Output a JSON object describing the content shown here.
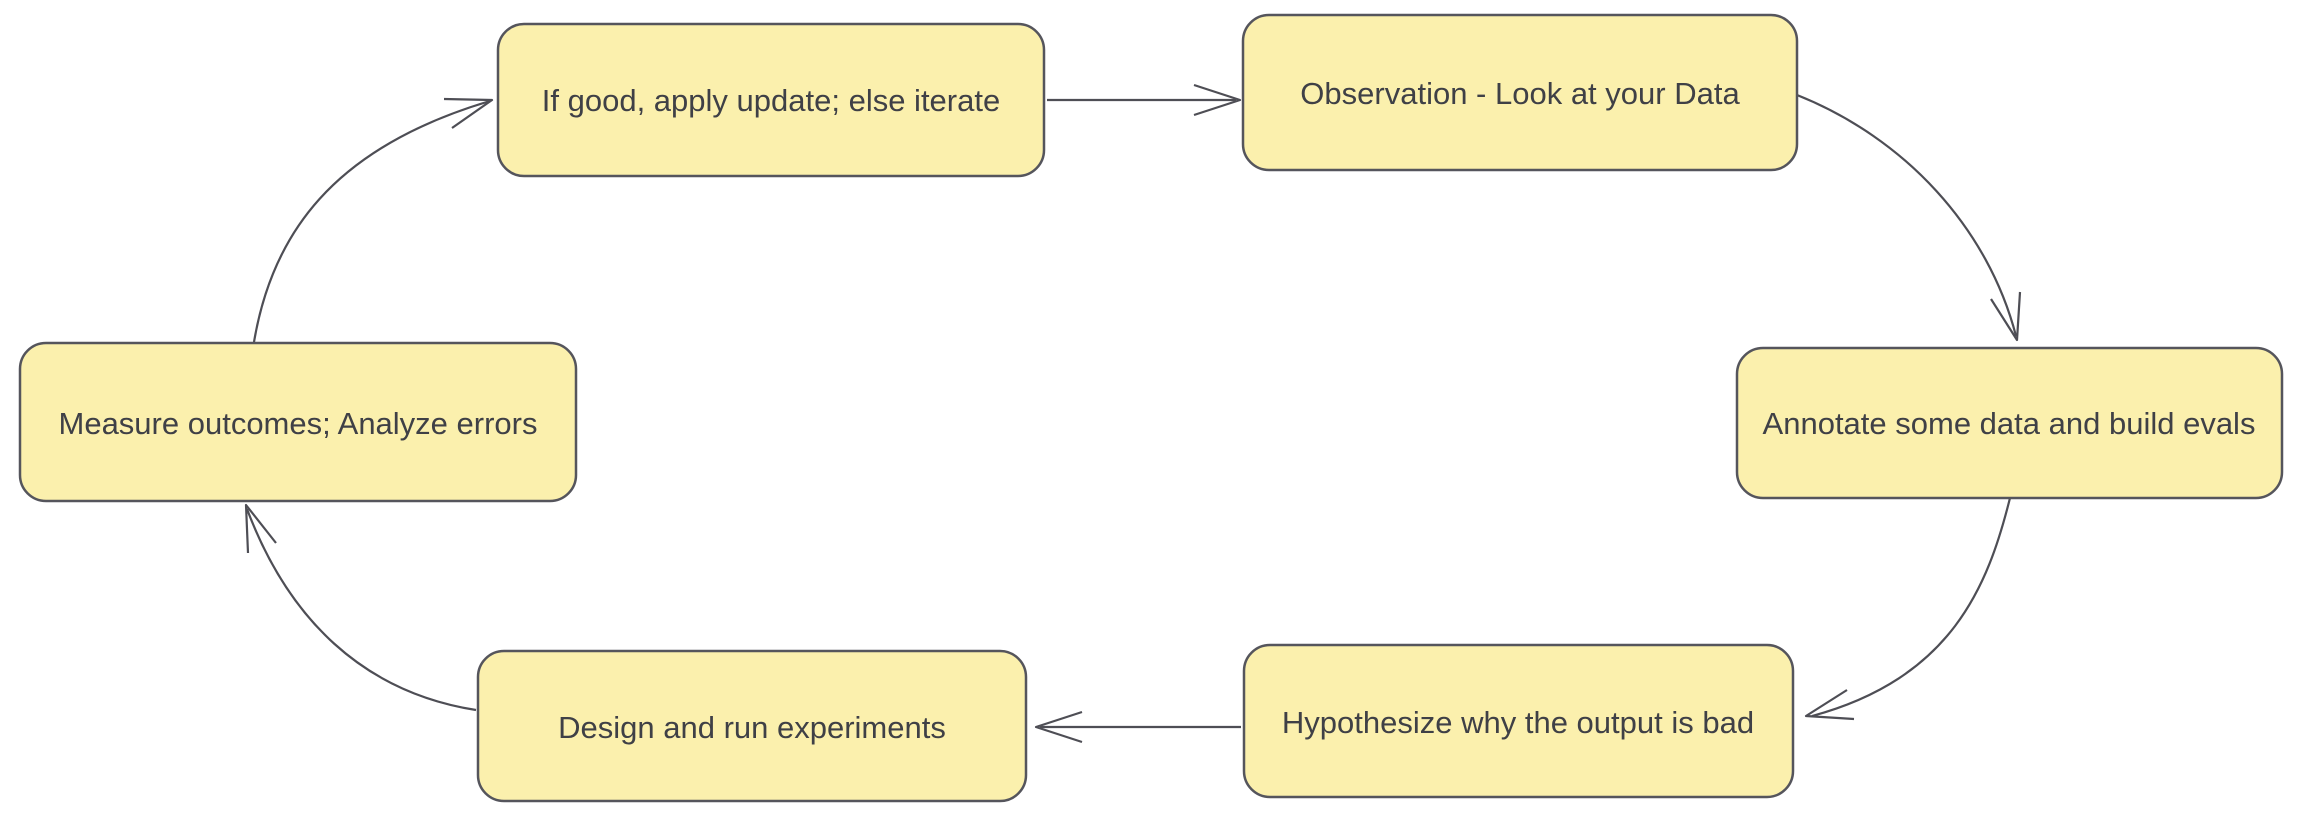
{
  "diagram": {
    "type": "cycle-flowchart",
    "title": "",
    "nodes": [
      {
        "id": "update",
        "label": "If good, apply update; else iterate"
      },
      {
        "id": "observation",
        "label": "Observation - Look at your Data"
      },
      {
        "id": "annotate",
        "label": "Annotate some data and build evals"
      },
      {
        "id": "hypothesize",
        "label": "Hypothesize why the output is bad"
      },
      {
        "id": "experiments",
        "label": "Design and run experiments"
      },
      {
        "id": "measure",
        "label": "Measure outcomes; Analyze errors"
      }
    ],
    "edges": [
      {
        "from": "update",
        "to": "observation"
      },
      {
        "from": "observation",
        "to": "annotate"
      },
      {
        "from": "annotate",
        "to": "hypothesize"
      },
      {
        "from": "hypothesize",
        "to": "experiments"
      },
      {
        "from": "experiments",
        "to": "measure"
      },
      {
        "from": "measure",
        "to": "update"
      }
    ],
    "colors": {
      "node_fill": "#FBF0AD",
      "node_stroke": "#55555C",
      "arrow": "#4E4E55",
      "text": "#3F4046",
      "background": "#FFFFFF"
    }
  }
}
